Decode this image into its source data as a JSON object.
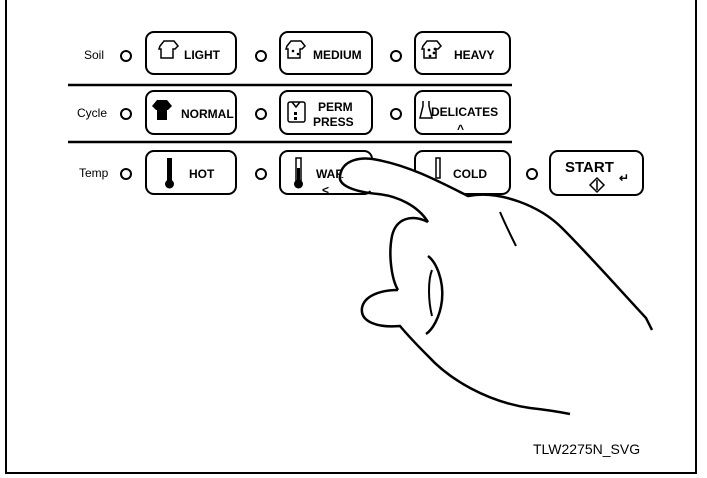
{
  "rows": {
    "soil": "Soil",
    "cycle": "Cycle",
    "temp": "Temp"
  },
  "buttons": {
    "light": "LIGHT",
    "medium": "MEDIUM",
    "heavy": "HEAVY",
    "normal": "NORMAL",
    "perm_line1": "PERM",
    "perm_line2": "PRESS",
    "delicates": "DELICATES",
    "hot": "HOT",
    "warm": "WARM",
    "cold": "COLD",
    "start": "START"
  },
  "marks": {
    "delicates": "^",
    "warm": "<",
    "start_arrow": "↵"
  },
  "icons": {
    "shirt": "shirt-icon",
    "hanger": "hanger-shirt-icon",
    "dress": "dress-icon",
    "thermometer": "thermometer-icon",
    "start": "start-symbol-icon"
  },
  "caption": "TLW2275N_SVG"
}
